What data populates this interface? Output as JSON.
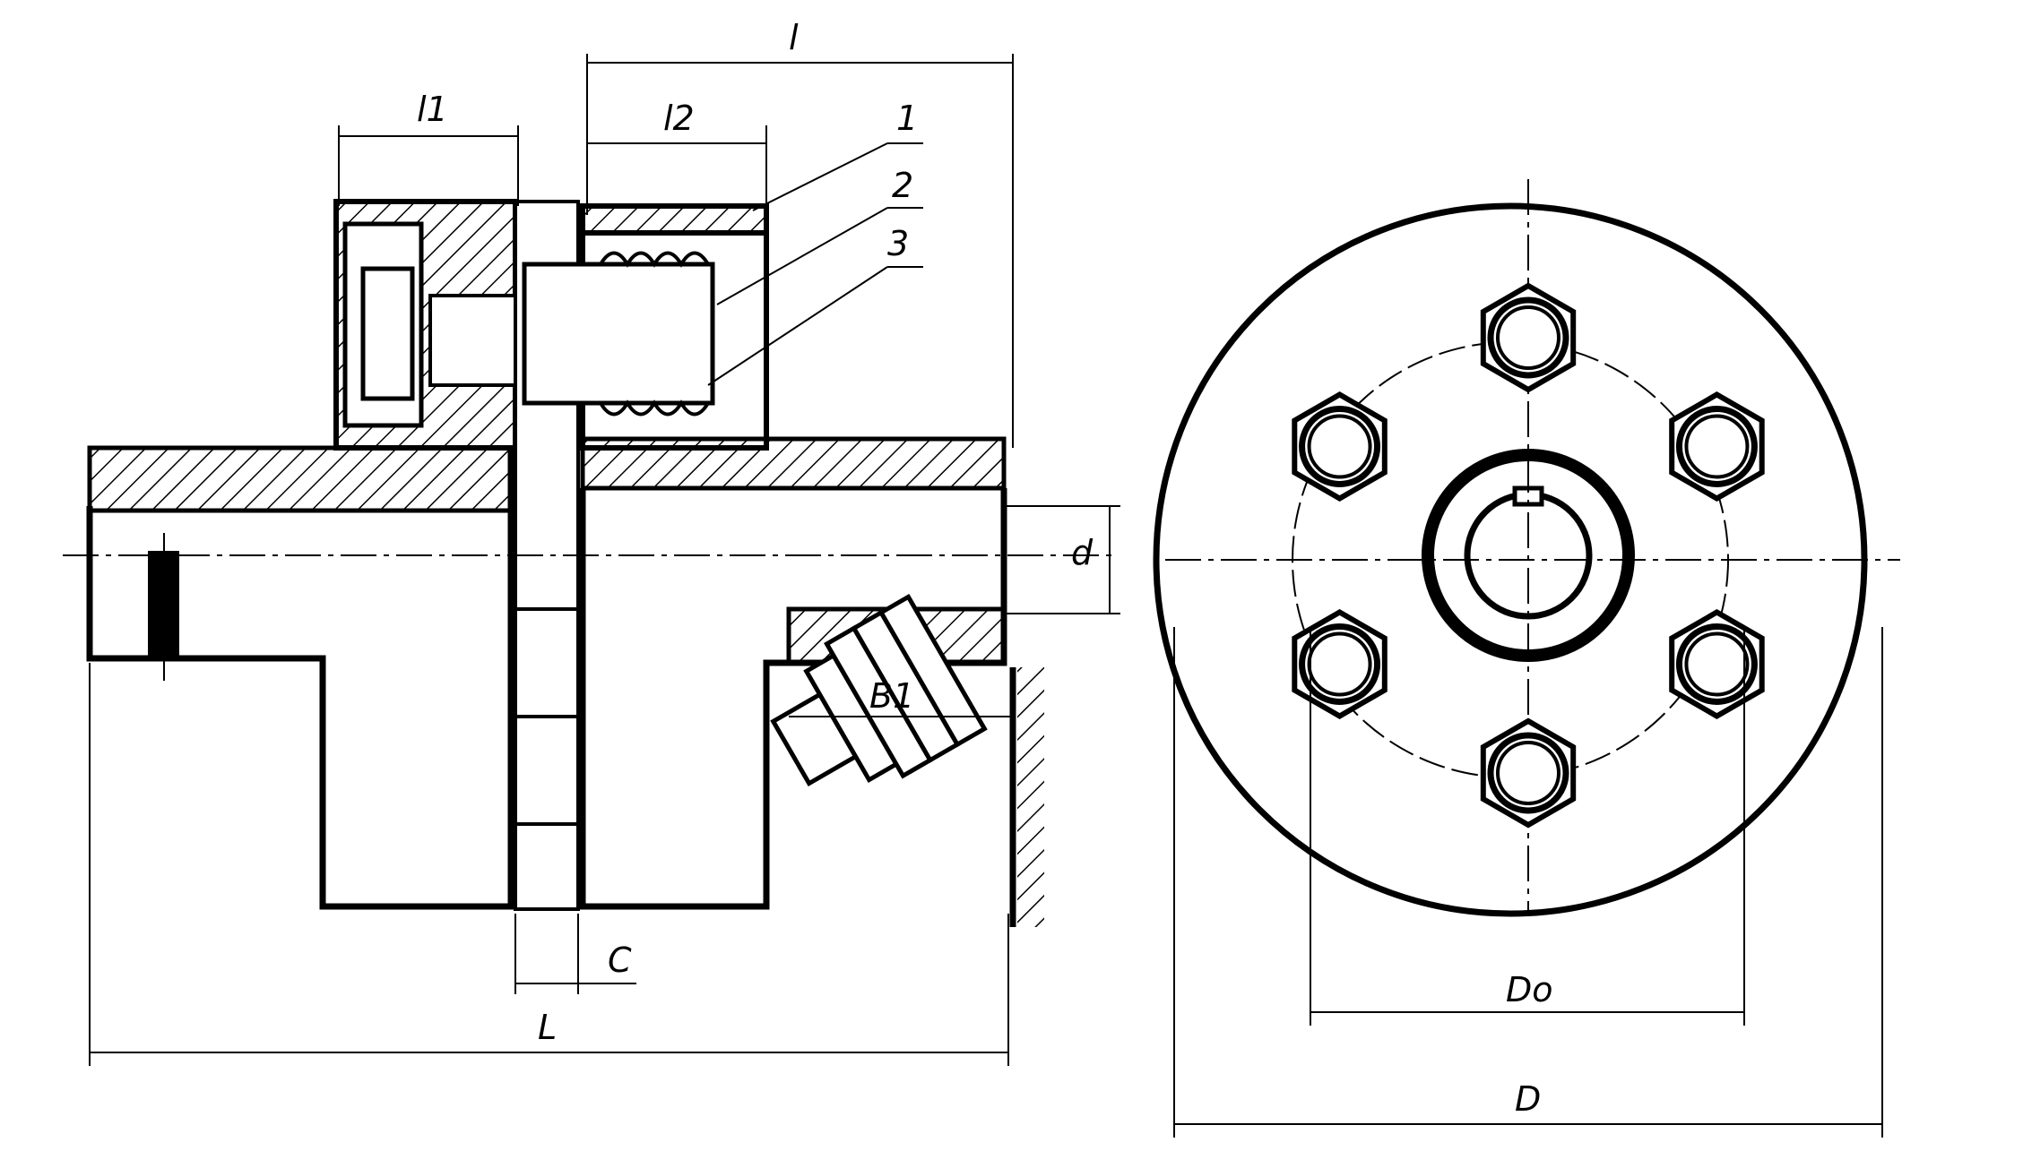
{
  "dimensions": {
    "l": "l",
    "l1": "l1",
    "l2": "l2",
    "d": "d",
    "B1": "B1",
    "C": "C",
    "L": "L",
    "Do": "Do",
    "D": "D"
  },
  "callouts": [
    "1",
    "2",
    "3"
  ],
  "bolt_count": 6
}
